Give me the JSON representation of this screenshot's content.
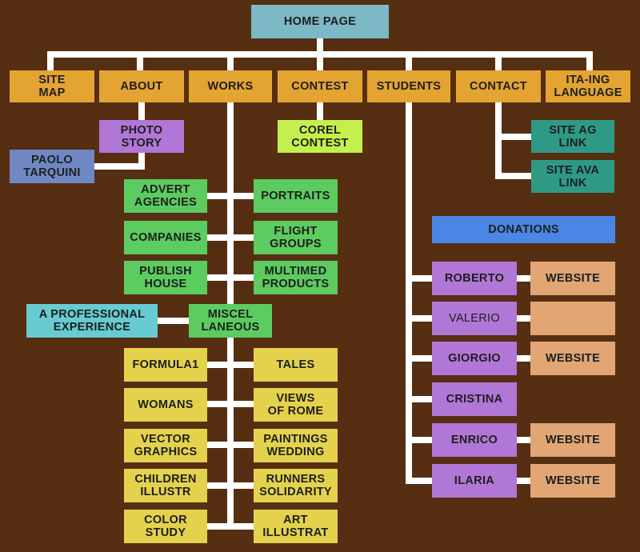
{
  "colors": {
    "background": "#562e12",
    "connector": "#ffffff",
    "top_level": "#e4a432",
    "works_sections": "#5ccc60",
    "works_gallery": "#e4d24c",
    "students": "#b177d6",
    "website": "#e2a574",
    "contact_links": "#2e9a86",
    "donations": "#4a86e3"
  },
  "home": "HOME PAGE",
  "nav": {
    "site_map": "SITE\nMAP",
    "about": "ABOUT",
    "works": "WORKS",
    "contest": "CONTEST",
    "students": "STUDENTS",
    "contact": "CONTACT",
    "language": "ITA-ING\nLANGUAGE"
  },
  "about": {
    "photo_story": "PHOTO\nSTORY",
    "paolo": "PAOLO\nTARQUINI"
  },
  "contest": {
    "corel": "COREL\nCONTEST"
  },
  "contact": {
    "site_ag": "SITE AG\nLINK",
    "site_ava": "SITE AVA\nLINK"
  },
  "works": {
    "advert": "ADVERT\nAGENCIES",
    "portraits": "PORTRAITS",
    "companies": "COMPANIES",
    "flight": "FLIGHT\nGROUPS",
    "publish": "PUBLISH\nHOUSE",
    "multimed": "MULTIMED\nPRODUCTS",
    "miscel": "MISCEL\nLANEOUS",
    "professional": "A PROFESSIONAL\nEXPERIENCE",
    "formula1": "FORMULA1",
    "tales": "TALES",
    "womans": "WOMANS",
    "views": "VIEWS\nOF ROME",
    "vector": "VECTOR\nGRAPHICS",
    "paintings": "PAINTINGS\nWEDDING",
    "children": "CHILDREN\nILLUSTR",
    "runners": "RUNNERS\nSOLIDARITY",
    "color": "COLOR\nSTUDY",
    "art": "ART\nILLUSTRAT"
  },
  "students": {
    "donations": "DONATIONS",
    "roberto": "ROBERTO",
    "valerio": "VALERIO",
    "giorgio": "GIORGIO",
    "cristina": "CRISTINA",
    "enrico": "ENRICO",
    "ilaria": "ILARIA",
    "website_label": "WEBSITE"
  }
}
